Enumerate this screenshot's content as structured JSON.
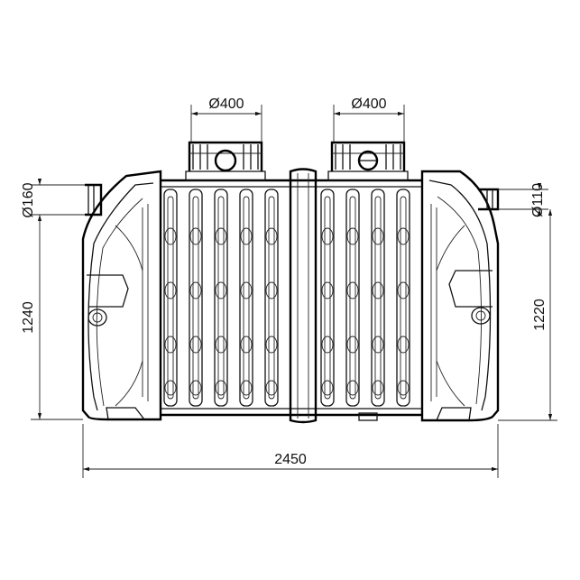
{
  "dimensions": {
    "top_left_diameter": "Ø400",
    "top_right_diameter": "Ø400",
    "left_pipe_diameter": "Ø160",
    "right_pipe_diameter": "Ø110",
    "left_height": "1240",
    "right_height": "1220",
    "total_length": "2450"
  }
}
